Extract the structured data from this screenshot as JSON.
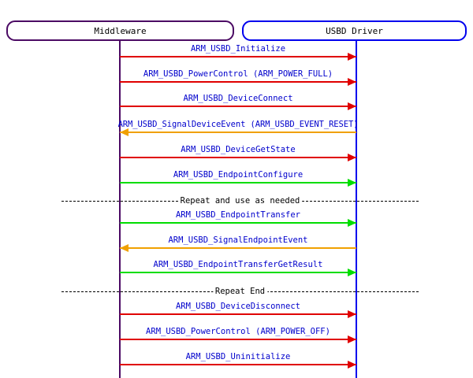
{
  "diagram": {
    "type": "sequence-diagram",
    "participants": [
      {
        "id": "middleware",
        "label": "Middleware",
        "border_color": "#4b0a64"
      },
      {
        "id": "usbd_driver",
        "label": "USBD Driver",
        "border_color": "#0000ee"
      }
    ],
    "colors": {
      "label_text": "#0000cc",
      "separator_text": "#000000",
      "arrow_red": "#e00000",
      "arrow_green": "#00dd00",
      "arrow_orange": "#f0a000",
      "lifeline_left": "#4b0a64",
      "lifeline_right": "#0000ee",
      "background": "#ffffff"
    },
    "rows": [
      {
        "kind": "message",
        "label": "ARM_USBD_Initialize",
        "direction": "to-right",
        "color": "red"
      },
      {
        "kind": "message",
        "label": "ARM_USBD_PowerControl (ARM_POWER_FULL)",
        "direction": "to-right",
        "color": "red"
      },
      {
        "kind": "message",
        "label": "ARM_USBD_DeviceConnect",
        "direction": "to-right",
        "color": "red"
      },
      {
        "kind": "message",
        "label": "ARM_USBD_SignalDeviceEvent (ARM_USBD_EVENT_RESET)",
        "direction": "to-left",
        "color": "orange"
      },
      {
        "kind": "message",
        "label": "ARM_USBD_DeviceGetState",
        "direction": "to-right",
        "color": "red"
      },
      {
        "kind": "message",
        "label": "ARM_USBD_EndpointConfigure",
        "direction": "to-right",
        "color": "green"
      },
      {
        "kind": "separator",
        "label": "Repeat and use as needed"
      },
      {
        "kind": "message",
        "label": "ARM_USBD_EndpointTransfer",
        "direction": "to-right",
        "color": "green"
      },
      {
        "kind": "message",
        "label": "ARM_USBD_SignalEndpointEvent",
        "direction": "to-left",
        "color": "orange"
      },
      {
        "kind": "message",
        "label": "ARM_USBD_EndpointTransferGetResult",
        "direction": "to-right",
        "color": "green"
      },
      {
        "kind": "separator",
        "label": "Repeat End"
      },
      {
        "kind": "message",
        "label": "ARM_USBD_DeviceDisconnect",
        "direction": "to-right",
        "color": "red"
      },
      {
        "kind": "message",
        "label": "ARM_USBD_PowerControl (ARM_POWER_OFF)",
        "direction": "to-right",
        "color": "red"
      },
      {
        "kind": "message",
        "label": "ARM_USBD_Uninitialize",
        "direction": "to-right",
        "color": "red"
      }
    ]
  }
}
